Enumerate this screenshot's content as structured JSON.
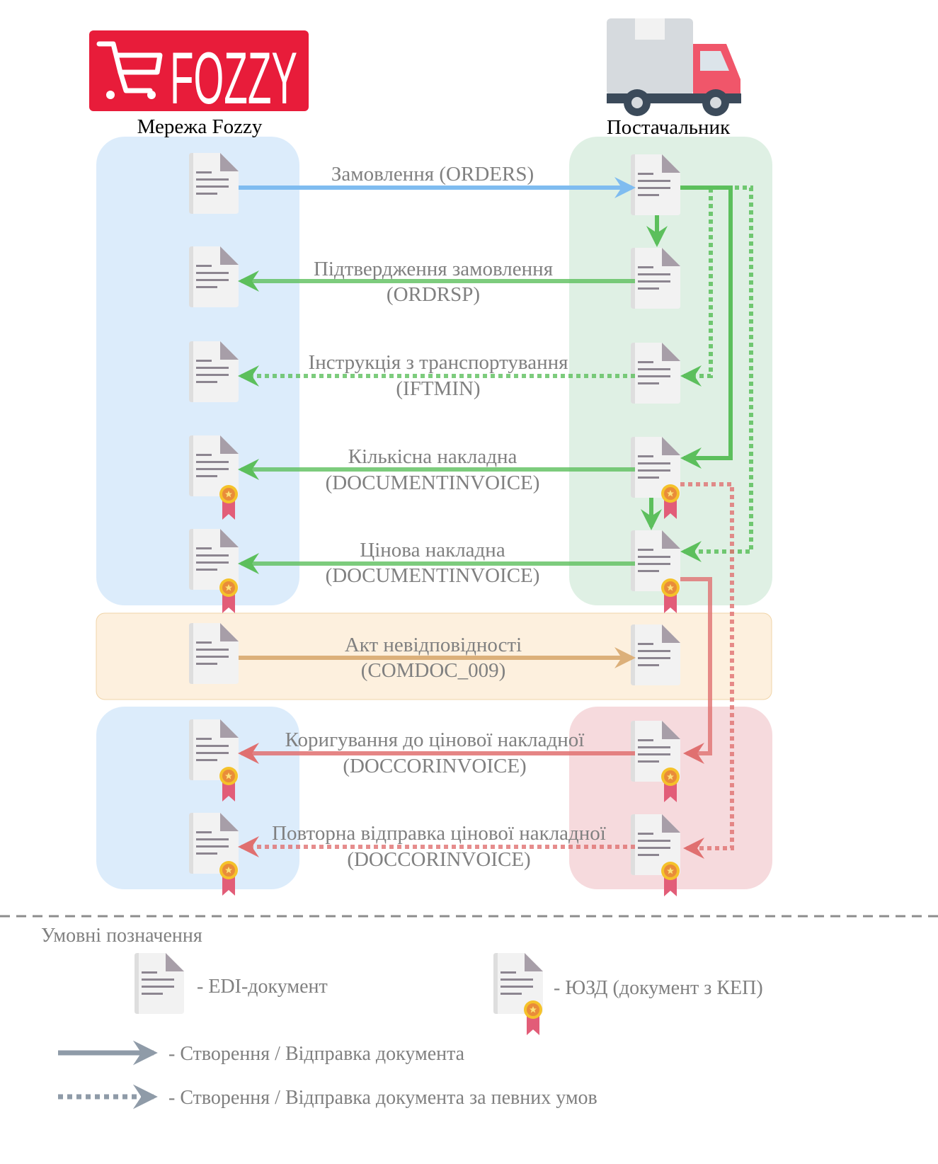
{
  "brand": {
    "logo_text": "FOZZY",
    "logo_color": "#e81c3a"
  },
  "columns": {
    "left_title": "Мережа Fozzy",
    "right_title": "Постачальник"
  },
  "flows": [
    {
      "label_line1": "Замовлення (ORDERS)",
      "label_line2": "",
      "color": "#7fbcf0",
      "style": "solid",
      "direction": "to-supplier",
      "signed": false
    },
    {
      "label_line1": "Підтвердження замовлення",
      "label_line2": "(ORDRSP)",
      "color": "#5cbf5c",
      "style": "solid",
      "direction": "to-fozzy",
      "signed": false
    },
    {
      "label_line1": "Інструкція з транспортування",
      "label_line2": "(IFTMIN)",
      "color": "#5cbf5c",
      "style": "dotted",
      "direction": "to-fozzy",
      "signed": false
    },
    {
      "label_line1": "Кількісна накладна",
      "label_line2": "(DOCUMENTINVOICE)",
      "color": "#5cbf5c",
      "style": "solid",
      "direction": "to-fozzy",
      "signed": true
    },
    {
      "label_line1": "Цінова накладна",
      "label_line2": "(DOCUMENTINVOICE)",
      "color": "#5cbf5c",
      "style": "solid",
      "direction": "to-fozzy",
      "signed": true
    },
    {
      "label_line1": "Акт невідповідності",
      "label_line2": "(COMDOC_009)",
      "color": "#dcb07a",
      "style": "solid",
      "direction": "to-supplier",
      "signed": false
    },
    {
      "label_line1": "Коригування до цінової накладної",
      "label_line2": "(DOCCORINVOICE)",
      "color": "#e07070",
      "style": "solid",
      "direction": "to-fozzy",
      "signed": true
    },
    {
      "label_line1": "Повторна відправка цінової накладної",
      "label_line2": "(DOCCORINVOICE)",
      "color": "#e07070",
      "style": "dotted",
      "direction": "to-fozzy",
      "signed": true
    }
  ],
  "legend": {
    "title": "Умовні позначення",
    "edi_doc": "-  EDI-документ",
    "signed_doc": "-  ЮЗД (документ з КЕП)",
    "solid_arrow": "-  Створення / Відправка документа",
    "dotted_arrow": "-  Створення / Відправка документа за певних умов"
  },
  "colors": {
    "fozzy_zone": "#dcecfb",
    "supplier_zone": "#dff0e4",
    "dispute_zone": "#fdf0de",
    "correction_zone": "#f6dadd",
    "label_text": "#808080",
    "legend_arrow": "#8f9ba8"
  }
}
